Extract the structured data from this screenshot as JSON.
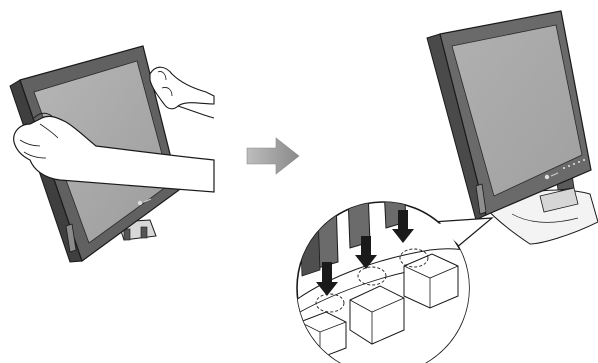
{
  "figure": {
    "left_panel": {
      "name": "monitor-held-by-hands",
      "has_logo": true
    },
    "transition": {
      "icon": "right-arrow-icon"
    },
    "right_panel": {
      "name": "monitor-mounted-on-stand",
      "has_logo": true,
      "front_buttons": 5,
      "detail_callout": {
        "icon": "magnifier-callout",
        "insert_arrows": 3
      }
    },
    "colors": {
      "outline": "#1a1a1a",
      "bezel": "#5c5c5c",
      "screen": "#a8a8a8",
      "screen_light": "#bdbdbd",
      "skin": "#ffffff",
      "arrow": "#9a9a9a",
      "stand": "#e8e8e8"
    }
  }
}
